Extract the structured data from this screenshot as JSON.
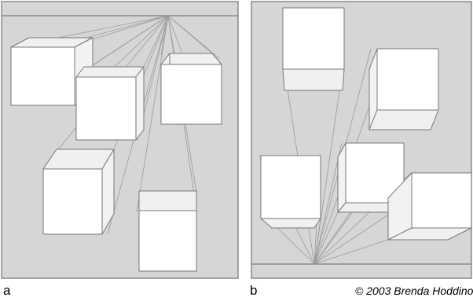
{
  "figure": {
    "panel_a_label": "a",
    "panel_b_label": "b",
    "credit": "© 2003 Brenda Hoddinott"
  },
  "colors": {
    "background": "#d6d6d6",
    "cube_face": "#ffffff",
    "cube_side": "#f2f2f2",
    "edge": "#777777",
    "construction_line": "#9a9a9a"
  }
}
